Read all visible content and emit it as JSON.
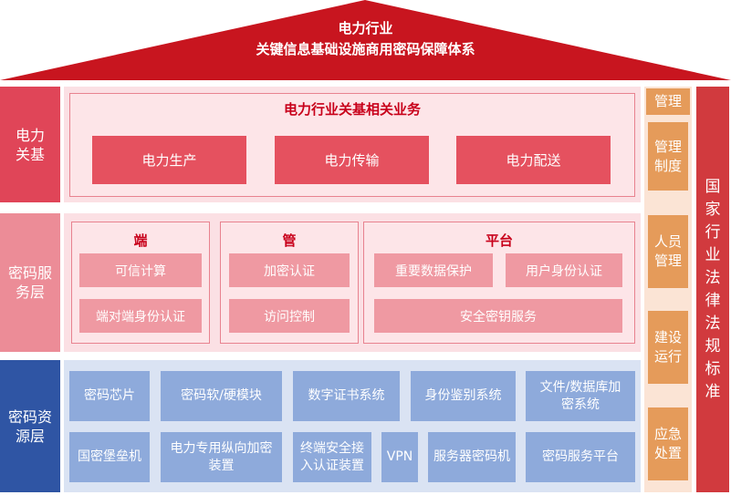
{
  "roof": {
    "title_line1": "电力行业",
    "title_line2": "关键信息基础设施商用密码保障体系",
    "color": "#c8151f"
  },
  "layers": {
    "power": {
      "label_line1": "电力",
      "label_line2": "关基",
      "title": "电力行业关基相关业务",
      "items": [
        "电力生产",
        "电力传输",
        "电力配送"
      ]
    },
    "service": {
      "label_line1": "密码服",
      "label_line2": "务层",
      "groups": {
        "end": {
          "title": "端",
          "items": [
            "可信计算",
            "端对端身份认证"
          ]
        },
        "pipe": {
          "title": "管",
          "items": [
            "加密认证",
            "访问控制"
          ]
        },
        "platform": {
          "title": "平台",
          "items": [
            "重要数据保护",
            "用户身份认证",
            "安全密钥服务"
          ]
        }
      }
    },
    "resource": {
      "label_line1": "密码资",
      "label_line2": "源层",
      "row1": [
        {
          "l1": "密码芯片",
          "l2": ""
        },
        {
          "l1": "密码软/硬模块",
          "l2": ""
        },
        {
          "l1": "数字证书系统",
          "l2": ""
        },
        {
          "l1": "身份鉴别系统",
          "l2": ""
        },
        {
          "l1": "文件/数据库加",
          "l2": "密系统"
        }
      ],
      "row2": [
        {
          "l1": "国密堡垒机",
          "l2": ""
        },
        {
          "l1": "电力专用纵向加密",
          "l2": "装置"
        },
        {
          "l1": "终端安全接",
          "l2": "入认证装置"
        },
        {
          "l1": "VPN",
          "l2": ""
        },
        {
          "l1": "服务器密码机",
          "l2": ""
        },
        {
          "l1": "密码服务平台",
          "l2": ""
        }
      ]
    }
  },
  "management": {
    "header": "管理",
    "items": [
      {
        "l1": "管理",
        "l2": "制度"
      },
      {
        "l1": "人员",
        "l2": "管理"
      },
      {
        "l1": "建设",
        "l2": "运行"
      },
      {
        "l1": "应急",
        "l2": "处置"
      }
    ]
  },
  "regulation": {
    "chars": [
      "国",
      "家",
      "行",
      "业",
      "法",
      "律",
      "法",
      "规",
      "标",
      "准"
    ]
  },
  "colors": {
    "power_label": "#e04558",
    "service_label": "#ec8c97",
    "resource_label": "#2f55a4",
    "pink_bg": "#fbe0e4",
    "blue_bg": "#dae3f3",
    "mgmt_bg": "#fbe4d5",
    "regulation": "#d13a3e"
  }
}
